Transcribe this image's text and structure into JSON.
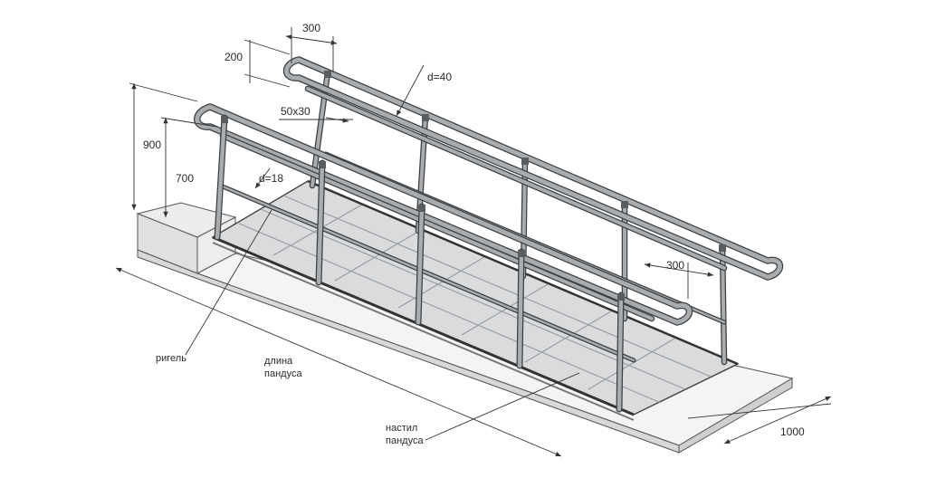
{
  "diagram": {
    "dimensions": {
      "top_gap": "300",
      "handrail_offset": "200",
      "tube_diameter": "d=40",
      "post_profile": "50x30",
      "upper_height": "900",
      "lower_height": "700",
      "rail_diameter": "d=18",
      "end_extension": "300",
      "ramp_width": "1000"
    },
    "labels": {
      "rigel": "ригель",
      "length_line1": "длина",
      "length_line2": "пандуса",
      "deck_line1": "настил",
      "deck_line2": "пандуса"
    },
    "colors": {
      "concrete": "#f3f3f3",
      "concrete_side": "#e2e2e2",
      "deck": "#d6d8da",
      "steel": "#8a8d90",
      "steel_edge": "#3c3f42",
      "line": "#333333"
    }
  }
}
